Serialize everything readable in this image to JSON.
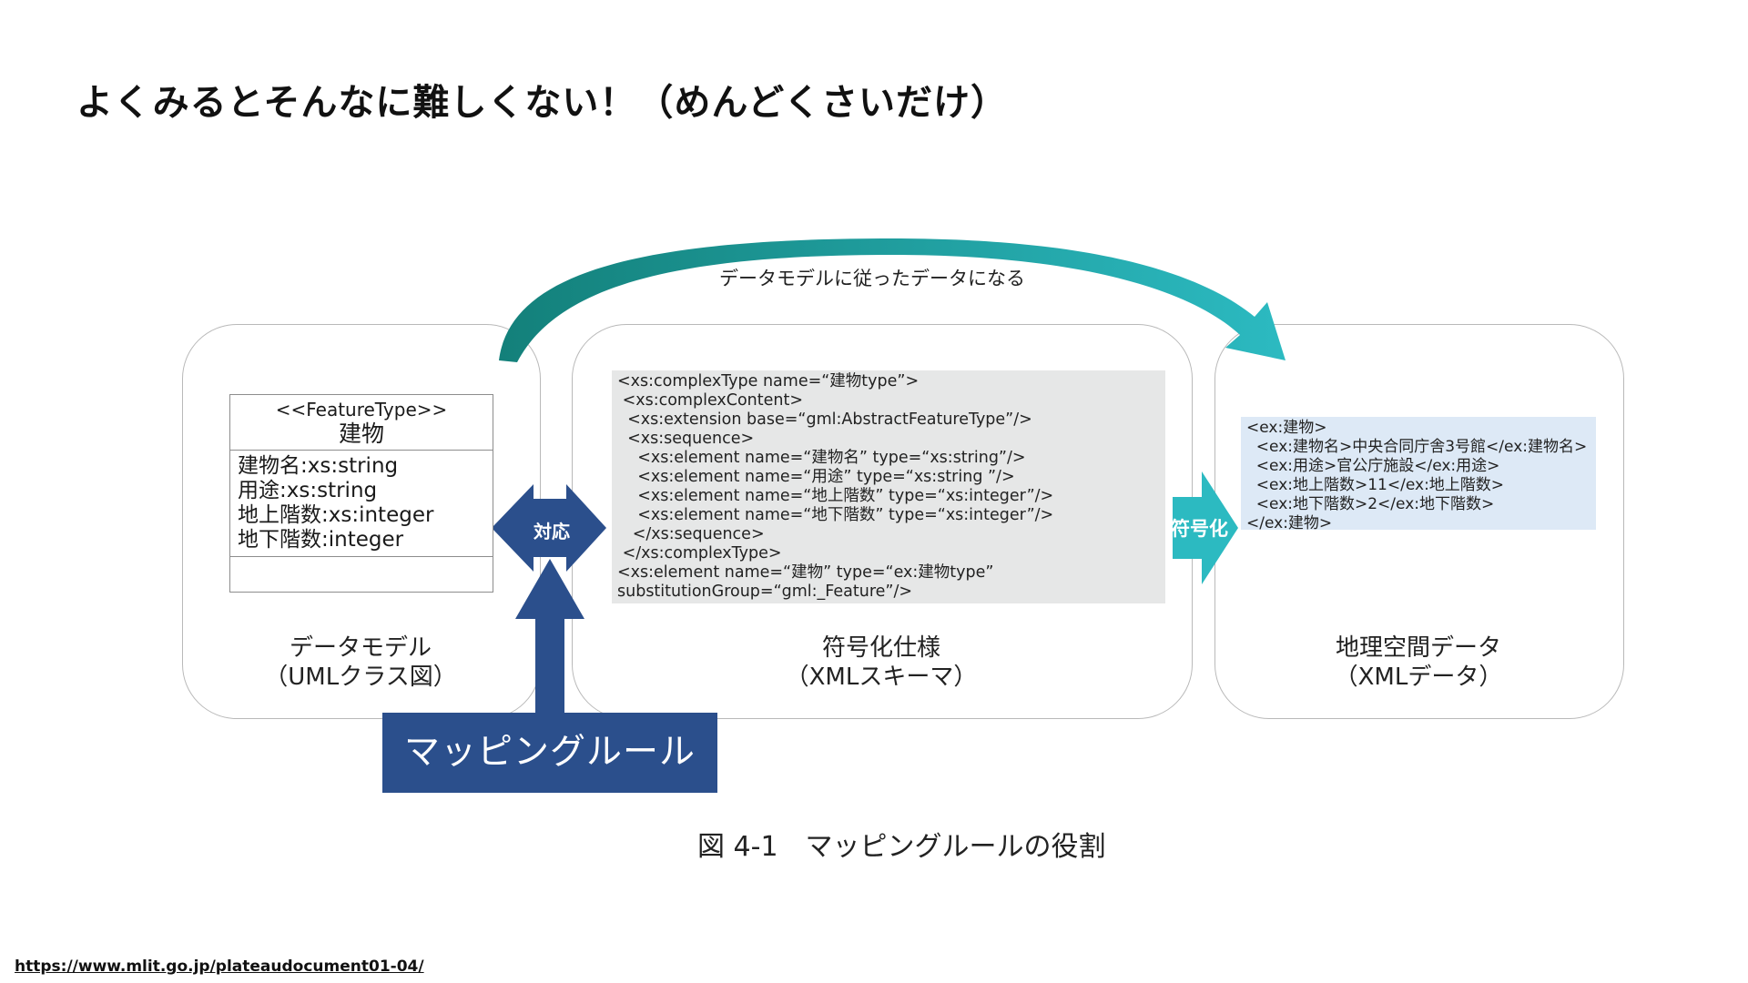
{
  "title": "よくみるとそんなに難しくない！（めんどくさいだけ）",
  "arc_label": "データモデルに従ったデータになる",
  "uml": {
    "stereotype": "<<FeatureType>>",
    "class_name": "建物",
    "attributes": [
      "建物名:xs:string",
      "用途:xs:string",
      "地上階数:xs:integer",
      "地下階数:integer"
    ]
  },
  "schema_lines": [
    "<xs:complexType name=“建物type”>",
    " <xs:complexContent>",
    "  <xs:extension base=“gml:AbstractFeatureType”/>",
    "  <xs:sequence>",
    "    <xs:element name=“建物名” type=“xs:string”/>",
    "    <xs:element name=“用途” type=“xs:string ”/>",
    "    <xs:element name=“地上階数” type=“xs:integer”/>",
    "    <xs:element name=“地下階数” type=“xs:integer”/>",
    "   </xs:sequence>",
    " </xs:complexType>",
    "<xs:element name=“建物” type=“ex:建物type”",
    "substitutionGroup=“gml:_Feature”/>"
  ],
  "xml_lines": [
    "<ex:建物>",
    "  <ex:建物名>中央合同庁舎3号館</ex:建物名>",
    "  <ex:用途>官公庁施設</ex:用途>",
    "  <ex:地上階数>11</ex:地上階数>",
    "  <ex:地下階数>2</ex:地下階数>",
    "</ex:建物>"
  ],
  "arrows": {
    "correspond": "対応",
    "encode": "符号化"
  },
  "captions": {
    "data_model": [
      "データモデル",
      "（UMLクラス図）"
    ],
    "encoding_spec": [
      "符号化仕様",
      "（XMLスキーマ）"
    ],
    "geo_data": [
      "地理空間データ",
      "（XMLデータ）"
    ]
  },
  "mapping_rule": "マッピングルール",
  "figure_caption": "図 4-1　マッピングルールの役割",
  "url": "https://www.mlit.go.jp/plateaudocument01-04/",
  "colors": {
    "navy": "#2b4f8c",
    "teal_dark": "#13807a",
    "teal_light": "#2cbac1",
    "schema_bg": "#e6e7e7",
    "xml_bg": "#dde9f6"
  }
}
